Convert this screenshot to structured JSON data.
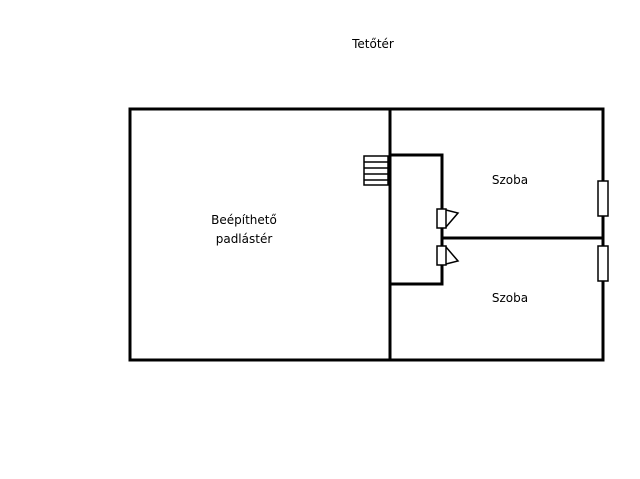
{
  "title": "Tetőtér",
  "rooms": {
    "attic_line1": "Beépíthető",
    "attic_line2": "padlástér",
    "room_top": "Szoba",
    "room_bottom": "Szoba"
  },
  "colors": {
    "line": "#000000",
    "background": "#ffffff"
  }
}
